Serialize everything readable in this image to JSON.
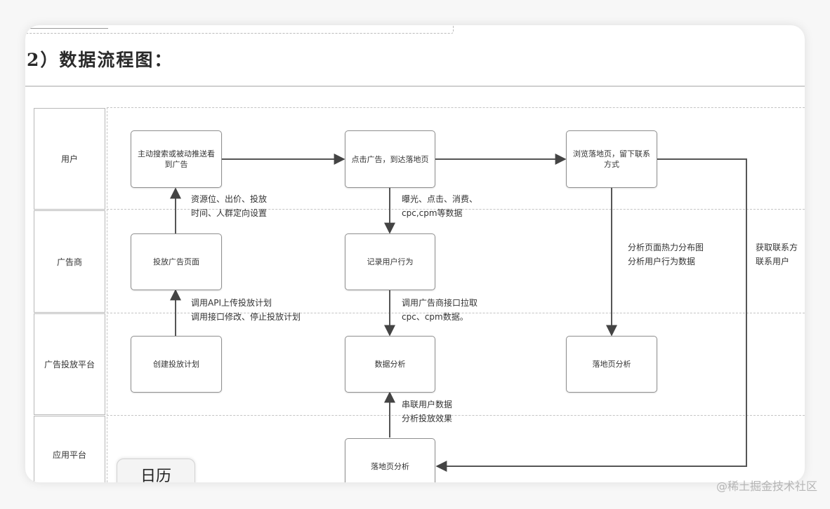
{
  "heading": "2）数据流程图：",
  "lanes": [
    "用户",
    "广告商",
    "广告投放平台",
    "应用平台"
  ],
  "nodes": {
    "user_search": "主动搜索或被动推送看到广告",
    "user_click": "点击广告，到达落地页",
    "user_browse": "浏览落地页，留下联系方式",
    "adv_place": "投放广告页面",
    "adv_record": "记录用户行为",
    "plat_create": "创建投放计划",
    "plat_analyze": "数据分析",
    "plat_landing": "落地页分析",
    "app_landing": "落地页分析"
  },
  "edge_labels": {
    "placement_settings": [
      "资源位、出价、投放",
      "时间、人群定向设置"
    ],
    "metrics": [
      "曝光、点击、消费、",
      "cpc,cpm等数据"
    ],
    "api_calls": [
      "调用API上传投放计划",
      "调用接口修改、停止投放计划"
    ],
    "pull_data": [
      "调用广告商接口拉取",
      "cpc、cpm数据。"
    ],
    "heatmap": [
      "分析页面热力分布图",
      "分析用户行为数据"
    ],
    "contacts": [
      "获取联系方",
      "联系用户"
    ],
    "user_data": [
      "串联用户数据",
      "分析投放效果"
    ]
  },
  "calendar_tab": "日历",
  "watermark": "@稀土掘金技术社区"
}
